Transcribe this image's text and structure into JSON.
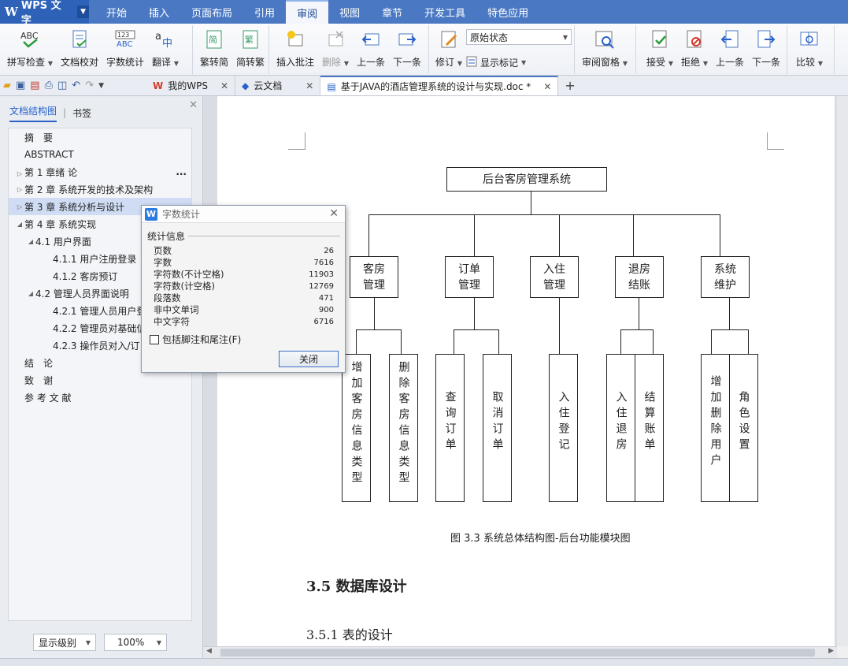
{
  "app": {
    "name": "WPS 文字",
    "logo": "W"
  },
  "menu": [
    "开始",
    "插入",
    "页面布局",
    "引用",
    "审阅",
    "视图",
    "章节",
    "开发工具",
    "特色应用"
  ],
  "ribbon": {
    "spell_check": "拼写检查",
    "doc_proof": "文档校对",
    "word_count": "字数统计",
    "translate": "翻译",
    "trad_to_simp": "繁转简",
    "simp_to_trad": "简转繁",
    "insert_comment": "插入批注",
    "delete": "删除",
    "prev": "上一条",
    "next": "下一条",
    "revise": "修订",
    "status_value": "原始状态",
    "show_markup": "显示标记",
    "review_pane": "审阅窗格",
    "accept": "接受",
    "reject": "拒绝",
    "prev2": "上一条",
    "next2": "下一条",
    "compare": "比较"
  },
  "tabs": {
    "my_wps": "我的WPS",
    "cloud_docs": "云文档",
    "document": "基于JAVA的酒店管理系统的设计与实现.doc *"
  },
  "left_panel": {
    "tab_outline": "文档结构图",
    "tab_bookmark": "书签",
    "items": [
      {
        "label": "摘　要"
      },
      {
        "label": "ABSTRACT"
      },
      {
        "label": "第 1 章绪  论"
      },
      {
        "label": "第 2 章  系统开发的技术及架构"
      },
      {
        "label": "第 3 章  系统分析与设计"
      },
      {
        "label": "第 4 章    系统实现"
      },
      {
        "label": "4.1  用户界面"
      },
      {
        "label": "4.1.1    用户注册登录"
      },
      {
        "label": "4.1.2    客房预订"
      },
      {
        "label": "4.2  管理人员界面说明"
      },
      {
        "label": "4.2.1  管理人员用户登"
      },
      {
        "label": "4.2.2    管理员对基础信"
      },
      {
        "label": "4.2.3    操作员对入/订"
      },
      {
        "label": "结　论"
      },
      {
        "label": "致　谢"
      },
      {
        "label": "参 考 文 献"
      }
    ],
    "more": "...",
    "level_select": "显示级别",
    "zoom_select": "100%"
  },
  "dialog": {
    "title": "字数统计",
    "section": "统计信息",
    "stats": [
      {
        "label": "页数",
        "value": "26"
      },
      {
        "label": "字数",
        "value": "7616"
      },
      {
        "label": "字符数(不计空格)",
        "value": "11903"
      },
      {
        "label": "字符数(计空格)",
        "value": "12769"
      },
      {
        "label": "段落数",
        "value": "471"
      },
      {
        "label": "非中文单词",
        "value": "900"
      },
      {
        "label": "中文字符",
        "value": "6716"
      }
    ],
    "include_notes": "包括脚注和尾注(F)",
    "close_button": "关闭"
  },
  "document": {
    "root": "后台客房管理系统",
    "modules": [
      "客房\n管理",
      "订单\n管理",
      "入住\n管理",
      "退房\n结账",
      "系统\n维护"
    ],
    "leaves": [
      "增加客房信息类型",
      "删除客房信息类型",
      "查询订单",
      "取消订单",
      "入住登记",
      "入住退房",
      "结算账单",
      "增加删除用户",
      "角色设置"
    ],
    "caption": "图 3.3 系统总体结构图-后台功能模块图",
    "heading_35": "3.5 数据库设计",
    "heading_351": "3.5.1   表的设计"
  }
}
